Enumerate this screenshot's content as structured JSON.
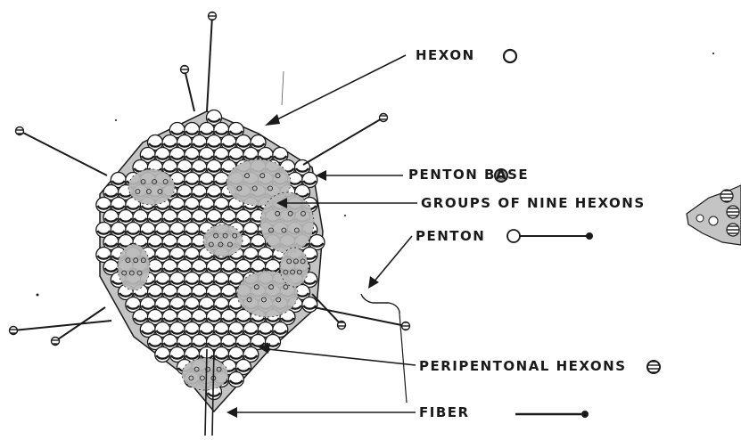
{
  "labels": {
    "hexon": "HEXON",
    "penton_base": "PENTON BASE",
    "groups_of_nine_hexons": "GROUPS OF NINE HEXONS",
    "penton": "PENTON",
    "peripentonal_hexons": "PERIPENTONAL HEXONS",
    "fiber": "FIBER"
  },
  "colors": {
    "ink": "#1a1a1a",
    "background": "#ffffff",
    "facet_shade": "#b8b8b8"
  },
  "icons": {
    "hexon": "open-circle-icon",
    "penton_base": "shaded-circle-icon",
    "penton": "circle-with-rod-icon",
    "peripentonal_hexons": "striped-circle-icon",
    "fiber": "rod-with-knob-icon"
  }
}
